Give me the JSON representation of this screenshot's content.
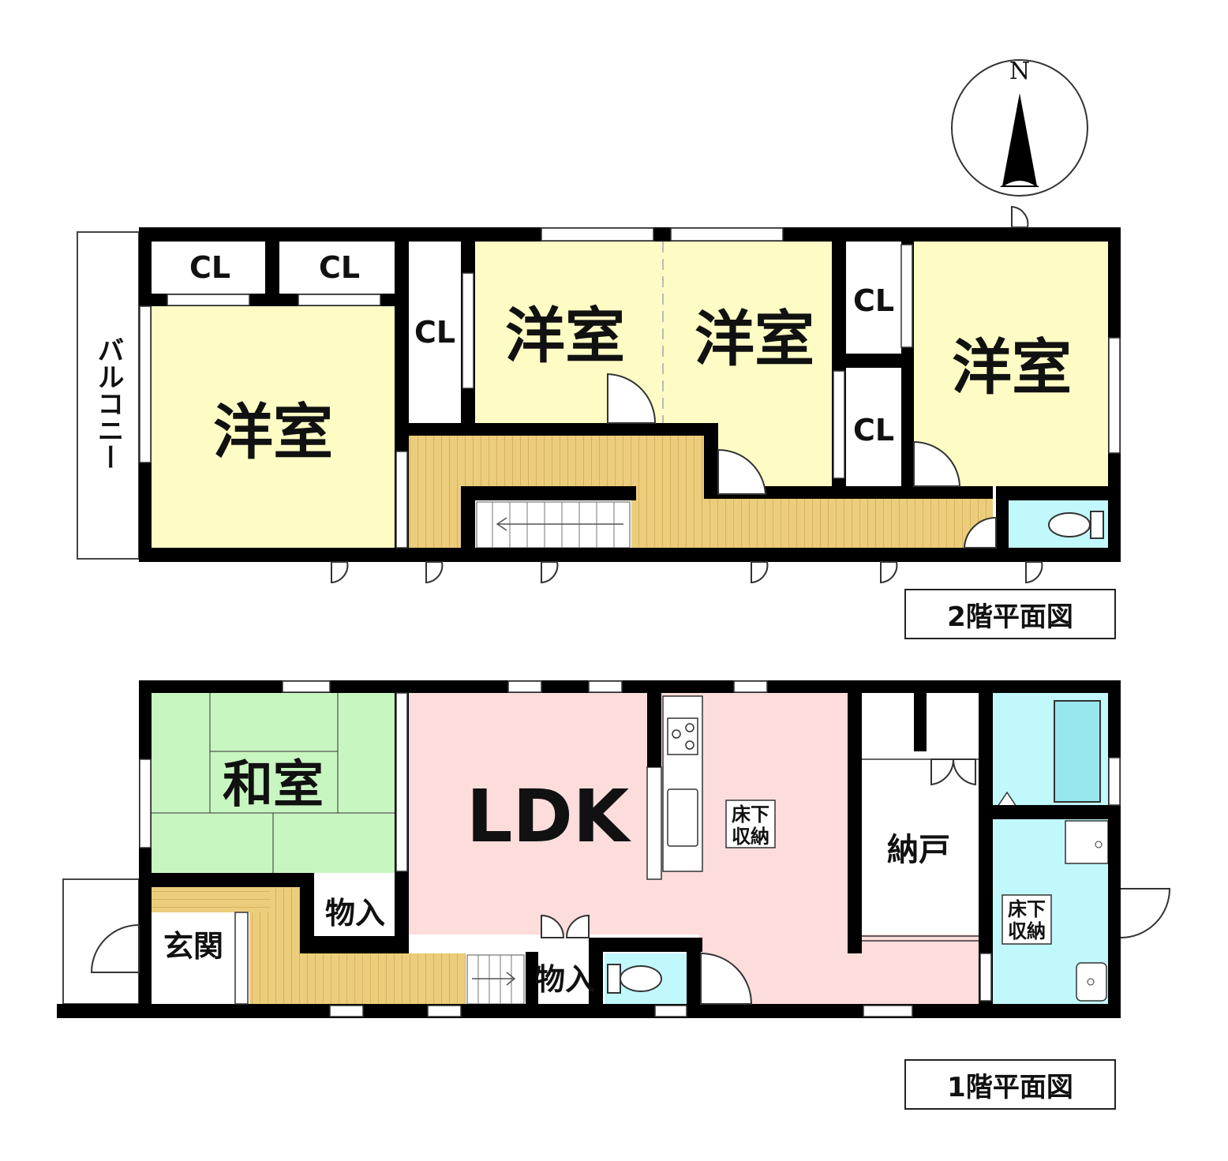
{
  "compass": {
    "north": "N"
  },
  "floor2": {
    "caption": "2階平面図",
    "balcony": "バルコニー",
    "closets": [
      "CL",
      "CL",
      "CL",
      "CL",
      "CL"
    ],
    "rooms": [
      "洋室",
      "洋室",
      "洋室",
      "洋室"
    ]
  },
  "floor1": {
    "caption": "1階平面図",
    "washitsu": "和室",
    "ldk": "LDK",
    "underfloor_ldk": [
      "床下",
      "収納"
    ],
    "nando": "納戸",
    "underfloor_wash": [
      "床下",
      "収納"
    ],
    "storage_a": "物入",
    "storage_b": "物入",
    "entrance": "玄関"
  },
  "colors": {
    "western_room": "#fdfcc4",
    "tatami": "#c8f6c0",
    "ldk": "#fddcdc",
    "wet_area": "#c0f8fc",
    "floor_wood": "#eccd7c",
    "wall": "#000000"
  }
}
